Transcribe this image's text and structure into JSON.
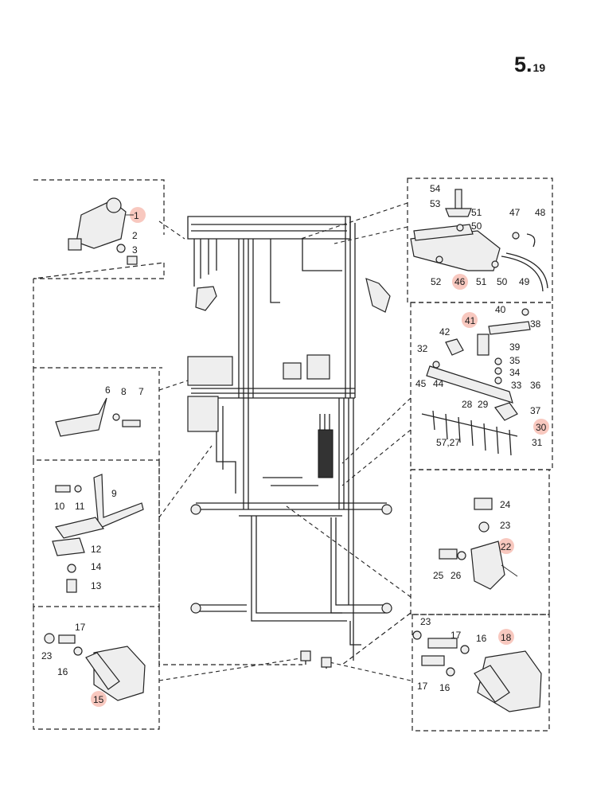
{
  "page": {
    "number": "5.",
    "sub": "19"
  },
  "callouts": {
    "top_left": [
      "1",
      "2",
      "3"
    ],
    "left_bracket": [
      "6",
      "8",
      "7"
    ],
    "left_bar": [
      "9",
      "10",
      "11",
      "12",
      "14",
      "13"
    ],
    "bottom_left": [
      "17",
      "23",
      "16",
      "15"
    ],
    "top_right": [
      "54",
      "53",
      "51",
      "50",
      "47",
      "48",
      "52",
      "46",
      "51",
      "50",
      "49"
    ],
    "right_mid": [
      "40",
      "41",
      "42",
      "38",
      "32",
      "39",
      "35",
      "34",
      "45",
      "44",
      "33",
      "36",
      "28",
      "29",
      "37",
      "30",
      "57,27",
      "31"
    ],
    "right_lower": [
      "24",
      "23",
      "22",
      "25",
      "26"
    ],
    "bottom_right": [
      "23",
      "17",
      "16",
      "18",
      "17",
      "16"
    ]
  },
  "highlighted": [
    "1",
    "46",
    "41",
    "30",
    "22",
    "18",
    "15"
  ]
}
